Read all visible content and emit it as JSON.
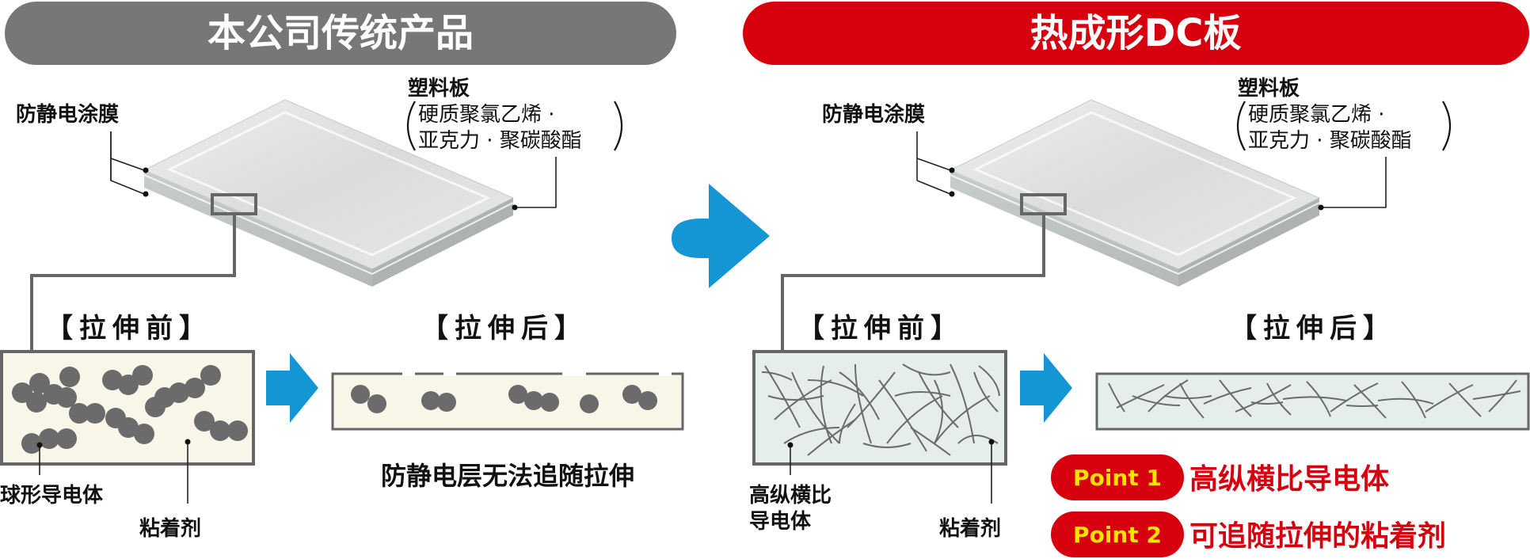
{
  "left": {
    "header": "本公司传统产品",
    "coating_label": "防静电涂膜",
    "board_label": "塑料板",
    "board_material_line1": "硬质聚氯乙烯 ·",
    "board_material_line2": "亚克力 · 聚碳酸酯",
    "before_label": "【拉伸前】",
    "after_label": "【拉伸后】",
    "conductor_label": "球形导电体",
    "adhesive_label": "粘着剂",
    "caption": "防静电层无法追随拉伸"
  },
  "right": {
    "header": "热成形DC板",
    "coating_label": "防静电涂膜",
    "board_label": "塑料板",
    "board_material_line1": "硬质聚氯乙烯 ·",
    "board_material_line2": "亚克力 · 聚碳酸酯",
    "before_label": "【拉伸前】",
    "after_label": "【拉伸后】",
    "conductor_label_line1": "高纵横比",
    "conductor_label_line2": "导电体",
    "adhesive_label": "粘着剂",
    "points": [
      {
        "badge": "Point 1",
        "text": "高纵横比导电体"
      },
      {
        "badge": "Point 2",
        "text": "可追随拉伸的粘着剂"
      }
    ]
  },
  "colors": {
    "left_header_bg": "#777777",
    "right_header_bg": "#d7000f",
    "arrow_blue": "#1596d4",
    "badge_text": "#ffe100",
    "point_text": "#d7000f",
    "sphere": "#6b6b6b",
    "box_left_fill": "#f7f6e9",
    "box_right_fill": "#e5eee8"
  },
  "icons": {
    "big_arrow": "right-arrow-icon",
    "small_arrow": "right-arrow-icon"
  }
}
